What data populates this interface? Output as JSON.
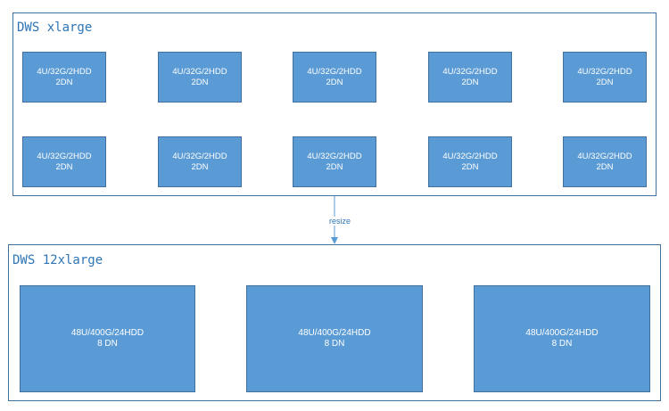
{
  "source_cluster": {
    "title": "DWS xlarge",
    "nodes": [
      {
        "spec": "4U/32G/2HDD",
        "dn": "2DN"
      },
      {
        "spec": "4U/32G/2HDD",
        "dn": "2DN"
      },
      {
        "spec": "4U/32G/2HDD",
        "dn": "2DN"
      },
      {
        "spec": "4U/32G/2HDD",
        "dn": "2DN"
      },
      {
        "spec": "4U/32G/2HDD",
        "dn": "2DN"
      },
      {
        "spec": "4U/32G/2HDD",
        "dn": "2DN"
      },
      {
        "spec": "4U/32G/2HDD",
        "dn": "2DN"
      },
      {
        "spec": "4U/32G/2HDD",
        "dn": "2DN"
      },
      {
        "spec": "4U/32G/2HDD",
        "dn": "2DN"
      },
      {
        "spec": "4U/32G/2HDD",
        "dn": "2DN"
      }
    ]
  },
  "target_cluster": {
    "title": "DWS 12xlarge",
    "nodes": [
      {
        "spec": "48U/400G/24HDD",
        "dn": "8 DN"
      },
      {
        "spec": "48U/400G/24HDD",
        "dn": "8 DN"
      },
      {
        "spec": "48U/400G/24HDD",
        "dn": "8 DN"
      }
    ]
  },
  "connector": {
    "label": "resize"
  },
  "colors": {
    "node_fill": "#5b9bd5",
    "node_border": "#41719c",
    "title_text": "#2e75b6",
    "line": "#5b9bd5"
  }
}
